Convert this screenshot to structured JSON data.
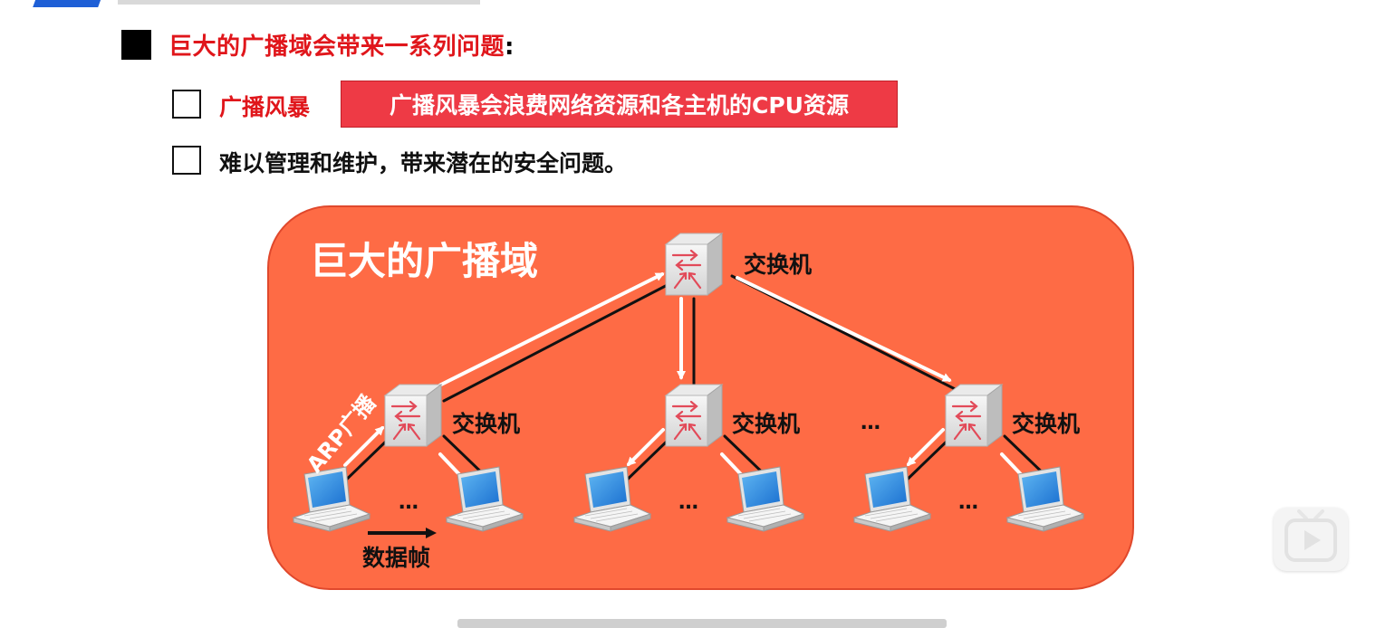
{
  "heading": {
    "text": "巨大的广播域会带来一系列问题",
    "colon": ":"
  },
  "items": [
    {
      "label": "广播风暴",
      "callout": "广播风暴会浪费网络资源和各主机的CPU资源"
    },
    {
      "label": "难以管理和维护，带来潜在的安全问题。"
    }
  ],
  "diagram": {
    "region_title": "巨大的广播域",
    "switch_label": "交换机",
    "ellipsis": "…",
    "arp_label": "ARP广播",
    "frame_label": "数据帧"
  },
  "colors": {
    "heading_red": "#e0161b",
    "callout_red": "#ee3a45",
    "region_orange": "#fe6b45"
  },
  "icons": [
    "switch-icon",
    "laptop-icon",
    "play-icon"
  ]
}
